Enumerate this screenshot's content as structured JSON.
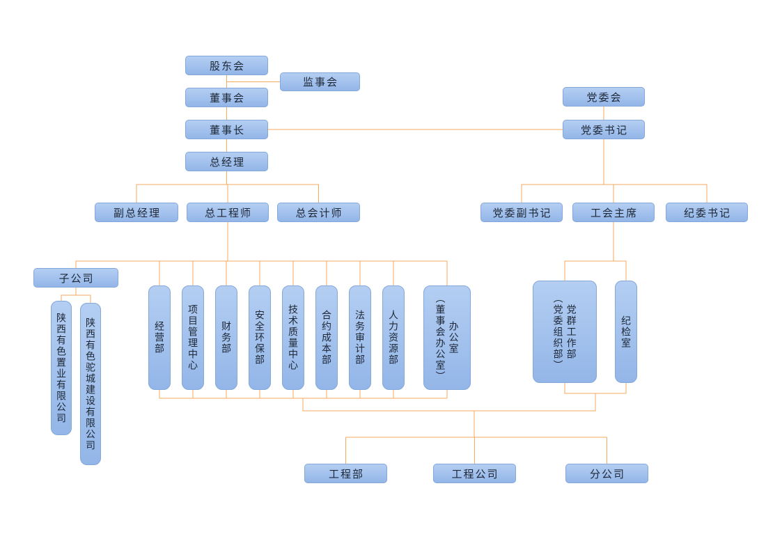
{
  "page": {
    "background": "#ffffff"
  },
  "colors": {
    "connector": "#f5a95c",
    "node_fill_top": "#b4cef2",
    "node_fill_bottom": "#93b6e8",
    "node_border": "#84a7da",
    "node_text": "#1d2736"
  },
  "org_chart": {
    "type": "organization-chart",
    "nodes": {
      "shareholders_meeting": "股东会",
      "supervisory_board": "监事会",
      "board_of_directors": "董事会",
      "chairman": "董事长",
      "general_manager": "总经理",
      "party_committee": "党委会",
      "party_secretary": "党委书记",
      "deputy_general_manager": "副总经理",
      "chief_engineer": "总工程师",
      "chief_accountant": "总会计师",
      "deputy_party_secretary": "党委副书记",
      "labor_union_chairman": "工会主席",
      "discipline_committee_secretary": "纪委书记",
      "subsidiaries": "子公司",
      "subsidiary_zhiye": "陕西有色置业有限公司",
      "subsidiary_tuocheng": "陕西有色驼城建设有限公司",
      "operations_dept": "经营部",
      "project_management_center": "项目管理中心",
      "finance_dept": "财务部",
      "safety_env_dept": "安全环保部",
      "tech_quality_center": "技术质量中心",
      "contract_cost_dept": "合约成本部",
      "legal_audit_dept": "法务审计部",
      "hr_dept": "人力资源部",
      "general_office": "办公室",
      "general_office_alias": "（董事会办公室）",
      "party_mass_work_dept": "党群工作部",
      "party_mass_work_dept_alias": "（党委组织部）",
      "discipline_inspection_office": "纪检室",
      "engineering_dept": "工程部",
      "engineering_company": "工程公司",
      "branch_company": "分公司"
    }
  }
}
